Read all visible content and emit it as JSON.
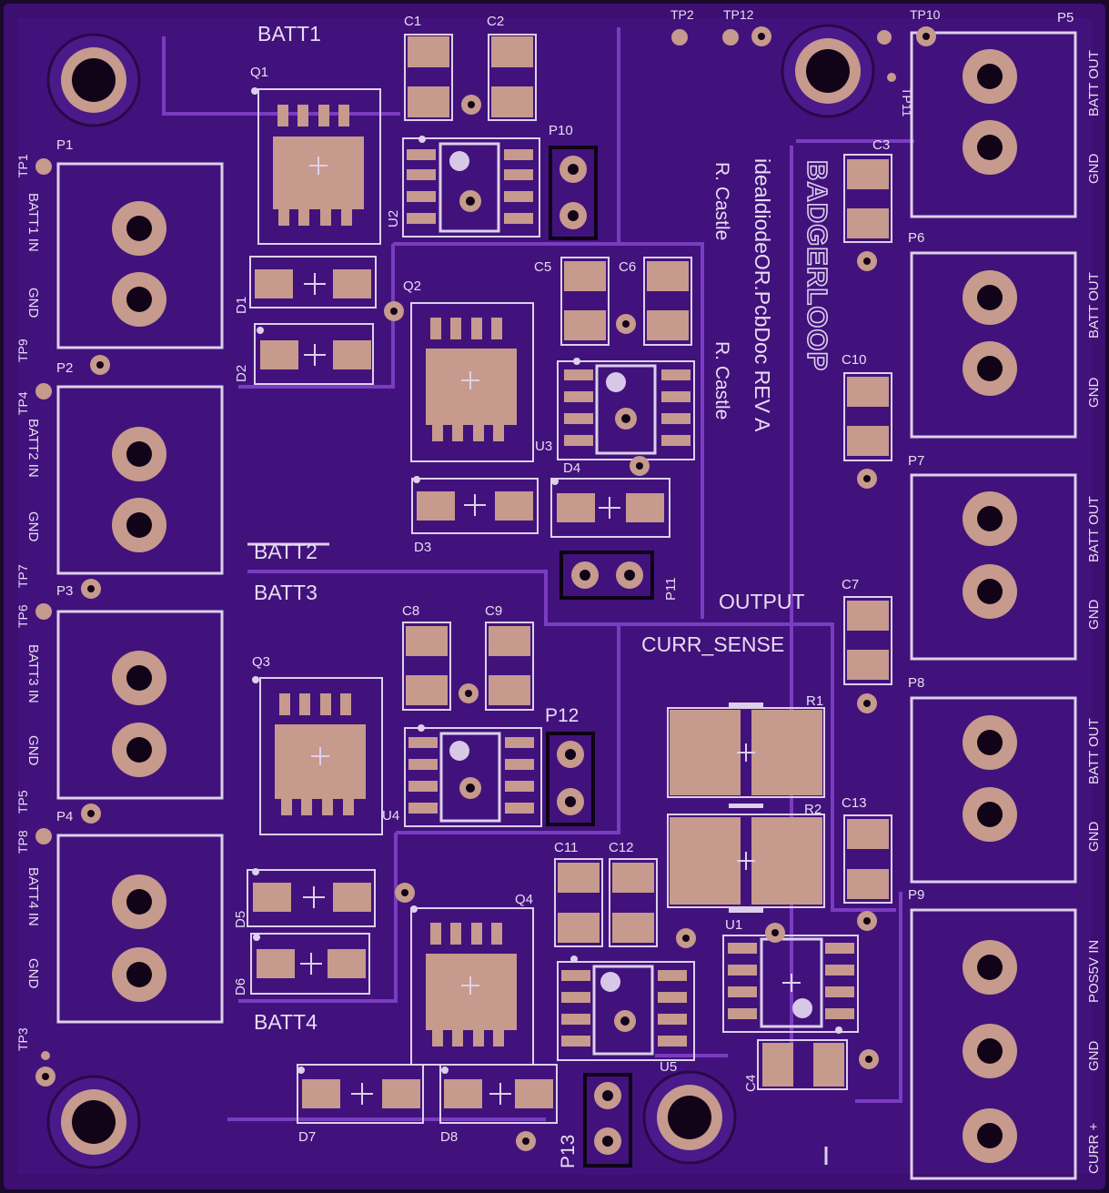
{
  "board": {
    "colors": {
      "substrate": "#3d0f72",
      "copper_fill": "#4a1a8a",
      "trace": "#7a3cc0",
      "silkscreen": "#ddd0ea",
      "pad": "#c69a8c",
      "outline": "#1a0a2a"
    },
    "title_vertical": "idealdiodeOR.PcbDoc REV A",
    "author_1": "R. Castle",
    "author_2": "R. Castle",
    "logo": "BADGERLOOP"
  },
  "section_labels": {
    "batt1": "BATT1",
    "batt2": "BATT2",
    "batt3": "BATT3",
    "batt4": "BATT4",
    "output": "OUTPUT",
    "curr_sense": "CURR_SENSE"
  },
  "connectors_left": [
    {
      "ref": "P1",
      "pin1": "BATT1 IN",
      "pin2": "GND"
    },
    {
      "ref": "P2",
      "pin1": "BATT2 IN",
      "pin2": "GND"
    },
    {
      "ref": "P3",
      "pin1": "BATT3 IN",
      "pin2": "GND"
    },
    {
      "ref": "P4",
      "pin1": "BATT4 IN",
      "pin2": "GND"
    }
  ],
  "connectors_right": [
    {
      "ref": "P5",
      "pin1": "BATT OUT",
      "pin2": "GND"
    },
    {
      "ref": "P6",
      "pin1": "BATT OUT",
      "pin2": "GND"
    },
    {
      "ref": "P7",
      "pin1": "BATT OUT",
      "pin2": "GND"
    },
    {
      "ref": "P8",
      "pin1": "BATT OUT",
      "pin2": "GND"
    },
    {
      "ref": "P9",
      "pin1": "POS5V IN",
      "pin2": "GND",
      "pin3": "CURR +"
    }
  ],
  "test_points": {
    "tp1": "TP1",
    "tp2": "TP2",
    "tp3": "TP3",
    "tp4": "TP4",
    "tp5": "TP5",
    "tp6": "TP6",
    "tp7": "TP7",
    "tp8": "TP8",
    "tp9": "TP9",
    "tp10": "TP10",
    "tp11": "TP11",
    "tp12": "TP12"
  },
  "designators": {
    "q1": "Q1",
    "q2": "Q2",
    "q3": "Q3",
    "q4": "Q4",
    "u1": "U1",
    "u2": "U2",
    "u3": "U3",
    "u4": "U4",
    "u5": "U5",
    "d1": "D1",
    "d2": "D2",
    "d3": "D3",
    "d4": "D4",
    "d5": "D5",
    "d6": "D6",
    "d7": "D7",
    "d8": "D8",
    "c1": "C1",
    "c2": "C2",
    "c3": "C3",
    "c4": "C4",
    "c5": "C5",
    "c6": "C6",
    "c7": "C7",
    "c8": "C8",
    "c9": "C9",
    "c10": "C10",
    "c11": "C11",
    "c12": "C12",
    "c13": "C13",
    "r1": "R1",
    "r2": "R2",
    "p10": "P10",
    "p11": "P11",
    "p12": "P12",
    "p13": "P13"
  }
}
